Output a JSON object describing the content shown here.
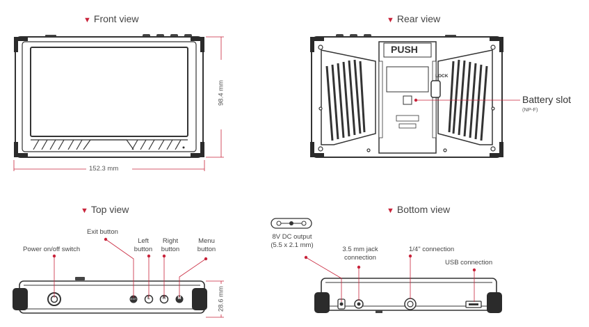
{
  "colors": {
    "accent": "#c8233a",
    "line": "#444444",
    "dark": "#333333"
  },
  "front": {
    "heading": "Front view",
    "width_dim": "152.3 mm",
    "height_dim": "98.4 mm"
  },
  "rear": {
    "heading": "Rear view",
    "push_label": "PUSH",
    "lock_label": "LOCK",
    "battery_label": "Battery slot",
    "battery_sub": "(NP-F)"
  },
  "top": {
    "heading": "Top view",
    "power_label": "Power on/off switch",
    "exit_label": "Exit button",
    "left_label_1": "Left",
    "left_label_2": "button",
    "right_label_1": "Right",
    "right_label_2": "button",
    "menu_label_1": "Menu",
    "menu_label_2": "button",
    "height_dim": "28.6 mm",
    "exit_glyph": "EXIT",
    "left_glyph": "L",
    "right_glyph": "R",
    "menu_glyph": "M"
  },
  "bottom": {
    "heading": "Bottom view",
    "dc_label_1": "8V DC output",
    "dc_label_2": "(5.5 x 2.1 mm)",
    "jack_label_1": "3.5 mm jack",
    "jack_label_2": "connection",
    "quarter_label": "1/4\" connection",
    "usb_label": "USB connection"
  }
}
